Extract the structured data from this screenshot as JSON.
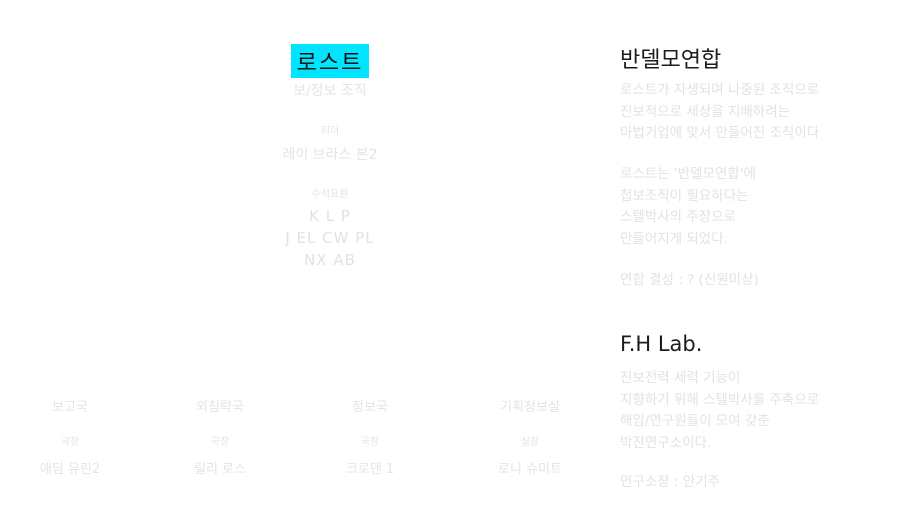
{
  "organization": {
    "name": "로스트",
    "tagline": "보/정보 조직",
    "leader_label": "리더",
    "leader_name": "레이 브라스 본2",
    "executives_label": "수석요원",
    "executive_lines": [
      "K L P",
      "J EL CW PL",
      "NX AB"
    ]
  },
  "departments": [
    {
      "name": "보고국",
      "head_label": "국장",
      "head_name": "애딤 유린2"
    },
    {
      "name": "외침략국",
      "head_label": "국장",
      "head_name": "릴리 로스"
    },
    {
      "name": "정보국",
      "head_label": "국장",
      "head_name": "크로덴 1"
    },
    {
      "name": "기획정보실",
      "head_label": "실장",
      "head_name": "로니 슈미트"
    }
  ],
  "union": {
    "title": "반델모연합",
    "description": [
      "로스트가 자생되며 나중된 조직으로",
      "진보적으로 세상을 지배하려는",
      "마법기업에 맞서 만들어진 조직이다"
    ],
    "relation": [
      "로스트는 '반델모연합'에",
      "첩보조직이 필요하다는",
      "스텔박사의 주장으로",
      "만들어지게 되었다."
    ],
    "founded": "연합 결성 : ? (신원미상)"
  },
  "lab": {
    "title": "F.H Lab.",
    "description": [
      "진보전력 세력 기능이",
      "지향하기 위해 스텔박사를 주축으로",
      "해임/연구원들이 모여 갖춘",
      "박진연구소이다."
    ],
    "head": "연구소장 : 안기주"
  }
}
